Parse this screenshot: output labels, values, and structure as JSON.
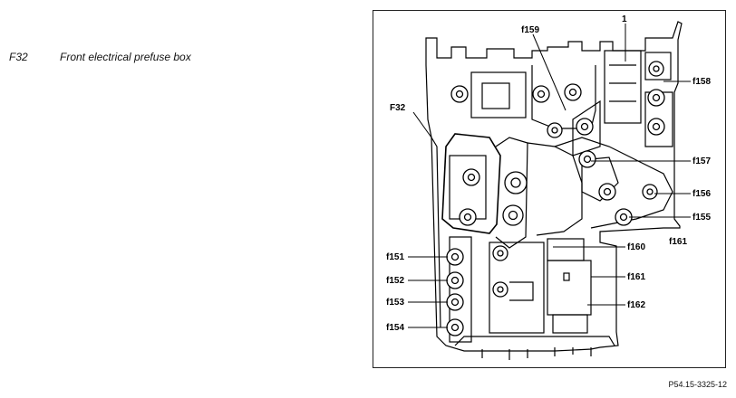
{
  "legend": {
    "code": "F32",
    "description": "Front electrical prefuse box"
  },
  "reference": "P54.15-3325-12",
  "callouts": {
    "c1": "1",
    "f159": "f159",
    "f158": "f158",
    "F32": "F32",
    "f157": "f157",
    "f156": "f156",
    "f155": "f155",
    "f161a": "f161",
    "f160": "f160",
    "f161b": "f161",
    "f162": "f162",
    "f151": "f151",
    "f152": "f152",
    "f153": "f153",
    "f154": "f154"
  }
}
